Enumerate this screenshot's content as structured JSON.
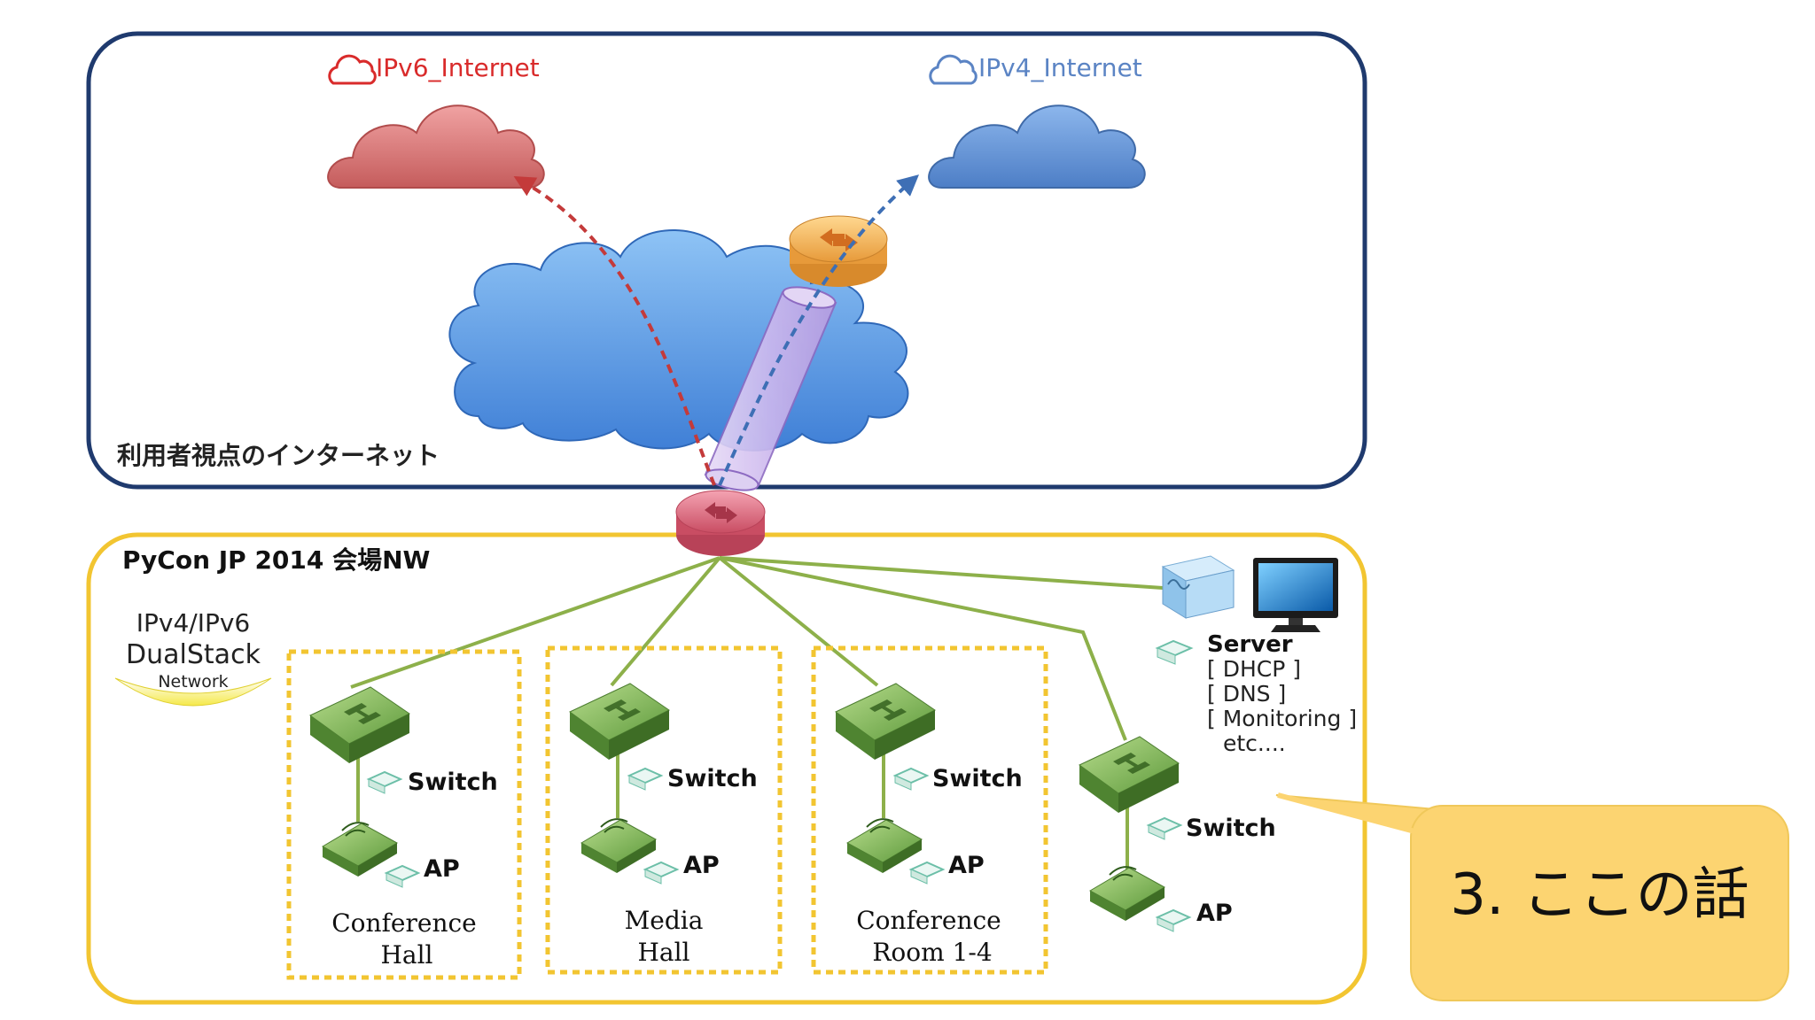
{
  "internet_panel": {
    "label": "利用者視点のインターネット",
    "ipv6_label": "IPv6_Internet",
    "ipv4_label": "IPv4_Internet"
  },
  "venue_panel": {
    "label": "PyCon JP 2014 会場NW"
  },
  "dualstack": {
    "line1": "IPv4/IPv6",
    "line2": "DualStack",
    "line3": "Network"
  },
  "areas": [
    {
      "switch_label": "Switch",
      "ap_label": "AP",
      "name_line1": "Conference",
      "name_line2": "Hall"
    },
    {
      "switch_label": "Switch",
      "ap_label": "AP",
      "name_line1": "Media",
      "name_line2": "Hall"
    },
    {
      "switch_label": "Switch",
      "ap_label": "AP",
      "name_line1": "Conference",
      "name_line2": "Room 1-4"
    },
    {
      "switch_label": "Switch",
      "ap_label": "AP"
    }
  ],
  "server": {
    "title": "Server",
    "items": [
      "[ DHCP ]",
      "[ DNS ]",
      "[ Monitoring ]",
      "etc...."
    ]
  },
  "callout": {
    "text": "3. ここの話"
  },
  "colors": {
    "internet_border": "#1f3a6e",
    "venue_border": "#f2c531",
    "ipv6": "#d92b2b",
    "ipv4": "#5b84c4",
    "link_green": "#8db04a",
    "callout_fill": "#fcd471"
  }
}
